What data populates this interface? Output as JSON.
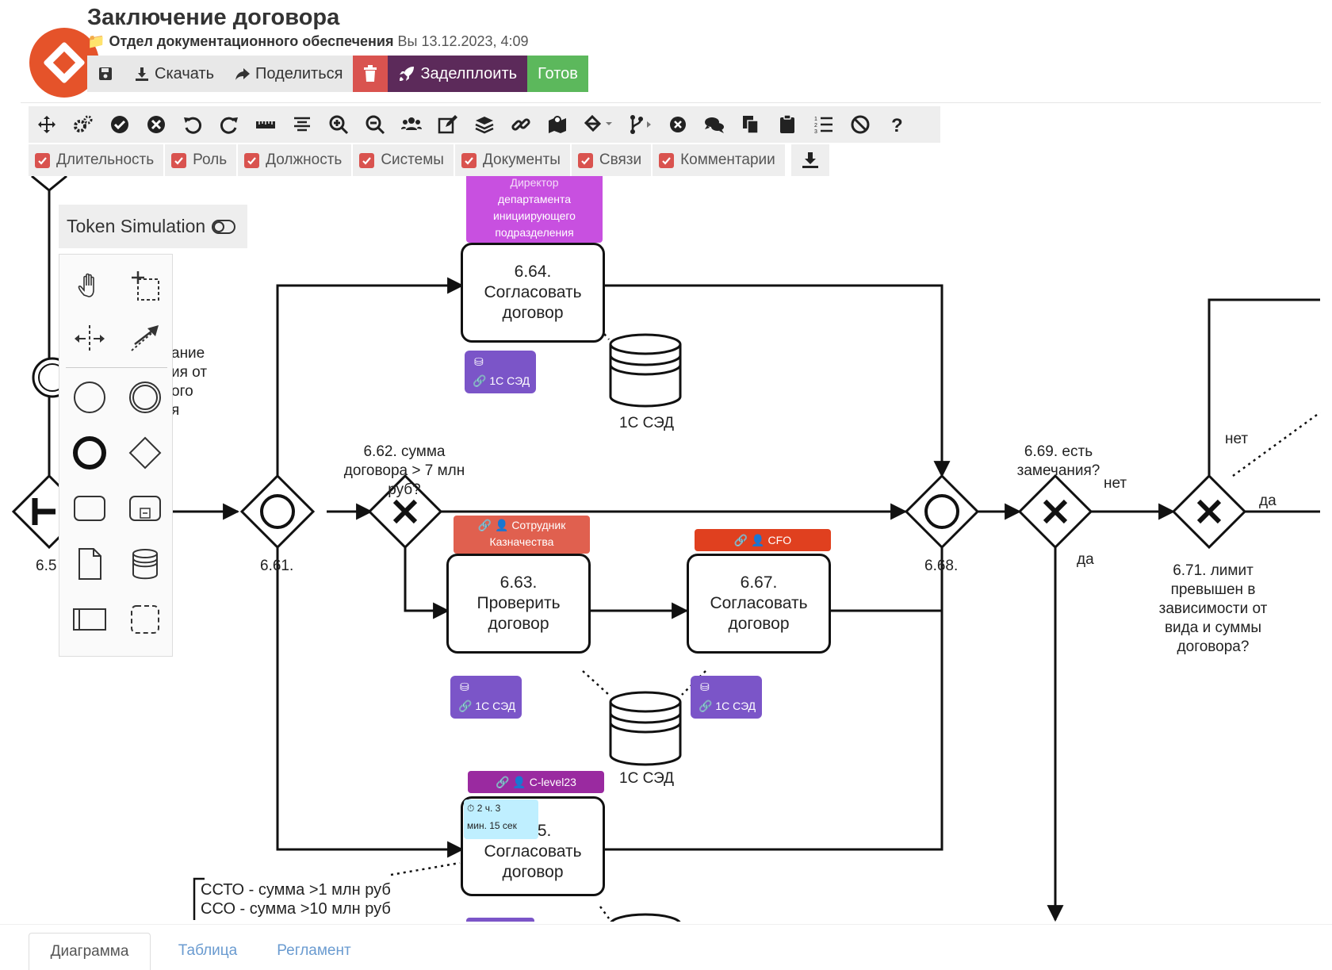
{
  "header": {
    "title": "Заключение договора",
    "folder": "Отдел документационного обеспечения",
    "date": "Вы 13.12.2023, 4:09",
    "actions": {
      "save_icon": "save-icon",
      "download": "Скачать",
      "share": "Поделиться",
      "delete_icon": "trash-icon",
      "deploy": "Заделплоить",
      "ready": "Готов"
    }
  },
  "toolbar": {
    "icons": [
      "move-icon",
      "settings-icon",
      "check-circle-icon",
      "close-circle-icon",
      "undo-icon",
      "redo-icon",
      "ruler-icon",
      "align-icon",
      "zoom-in-icon",
      "zoom-out-icon",
      "users-icon",
      "edit-icon",
      "layers-icon",
      "link-icon",
      "map-icon",
      "paint-bucket-icon",
      "branch-icon",
      "cancel-icon",
      "comments-icon",
      "copy-icon",
      "paste-icon",
      "list-icon",
      "ban-icon",
      "help-icon"
    ]
  },
  "filters": [
    "Длительность",
    "Роль",
    "Должность",
    "Системы",
    "Документы",
    "Связи",
    "Комментарии"
  ],
  "token_simulation": {
    "label": "Token Simulation"
  },
  "palette": [
    "hand-tool-icon",
    "lasso-tool-icon",
    "space-tool-icon",
    "connect-tool-icon",
    "start-event-icon",
    "intermediate-event-icon",
    "end-event-icon",
    "gateway-icon",
    "task-icon",
    "subprocess-icon",
    "data-object-icon",
    "data-store-icon",
    "pool-icon",
    "group-icon"
  ],
  "diagram": {
    "left_label": [
      "ание",
      "ия от",
      "ого",
      "я"
    ],
    "left_id": "6.5",
    "gw_661": "6.61.",
    "gw_662": [
      "6.62. сумма",
      "договора > 7 млн",
      "руб?"
    ],
    "gw_668": "6.68.",
    "gw_669": [
      "6.69. есть",
      "замечания?"
    ],
    "gw_671": [
      "6.71. лимит",
      "превышен в",
      "зависимости от",
      "вида и суммы",
      "договора?"
    ],
    "flow_no_1": "нет",
    "flow_yes_1": "да",
    "flow_no_2": "нет",
    "flow_yes_2": "да",
    "task_664": [
      "6.64.",
      "Согласовать",
      "договор"
    ],
    "role_664": [
      "Директор",
      "департамента",
      "инициирующего",
      "подразделения"
    ],
    "task_663": [
      "6.63.",
      "Проверить",
      "договор"
    ],
    "role_663": [
      "Сотрудник",
      "Казначества"
    ],
    "task_667": [
      "6.67.",
      "Согласовать",
      "договор"
    ],
    "role_667": "CFO",
    "task_665": [
      "6.65.",
      "Согласовать",
      "договор"
    ],
    "role_665": "C-level23",
    "timer_665": [
      "2 ч. 3",
      "мин. 15 сек"
    ],
    "system_badge": "1С СЭД",
    "store_label_1": "1С СЭД",
    "store_label_2": "1С СЭД",
    "annotation": [
      "ССТО - сумма >1 млн руб",
      "ССО - сумма >10 млн руб"
    ]
  },
  "tabs": [
    "Диаграмма",
    "Таблица",
    "Регламент"
  ],
  "colors": {
    "role_magenta": "#c850e0",
    "role_red_1": "#e0604f",
    "role_red_2": "#e0401f",
    "role_purple": "#9a2aa0",
    "system_purple": "#7b55c8",
    "accent_red": "#d9534f"
  }
}
